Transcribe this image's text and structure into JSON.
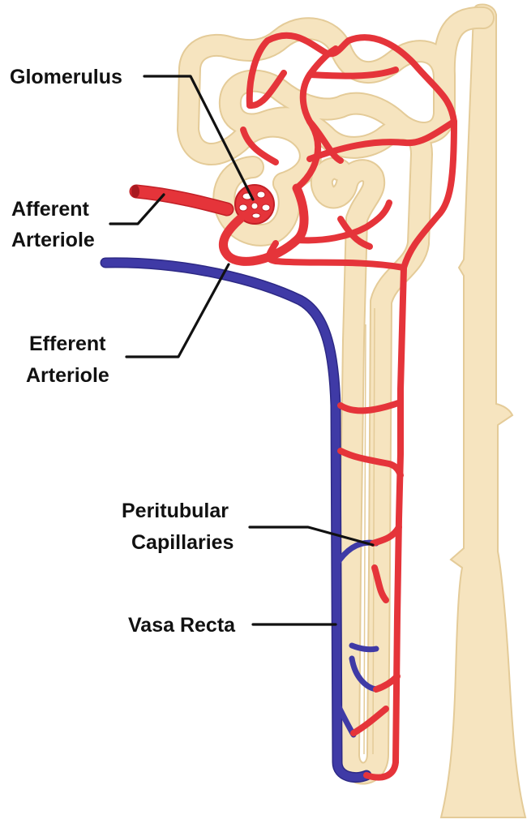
{
  "labels": {
    "glomerulus": "Glomerulus",
    "afferent_line1": "Afferent",
    "afferent_line2": "Arteriole",
    "efferent_line1": "Efferent",
    "efferent_line2": "Arteriole",
    "peritubular_line1": "Peritubular",
    "peritubular_line2": "Capillaries",
    "vasa_recta": "Vasa Recta"
  },
  "colors": {
    "tubule_fill": "#f6e4bf",
    "tubule_edge": "#e4cb98",
    "artery": "#e5343a",
    "artery_edge": "#c22027",
    "vein": "#3f3aa6",
    "vein_edge": "#2d2985",
    "label_text": "#111111"
  }
}
